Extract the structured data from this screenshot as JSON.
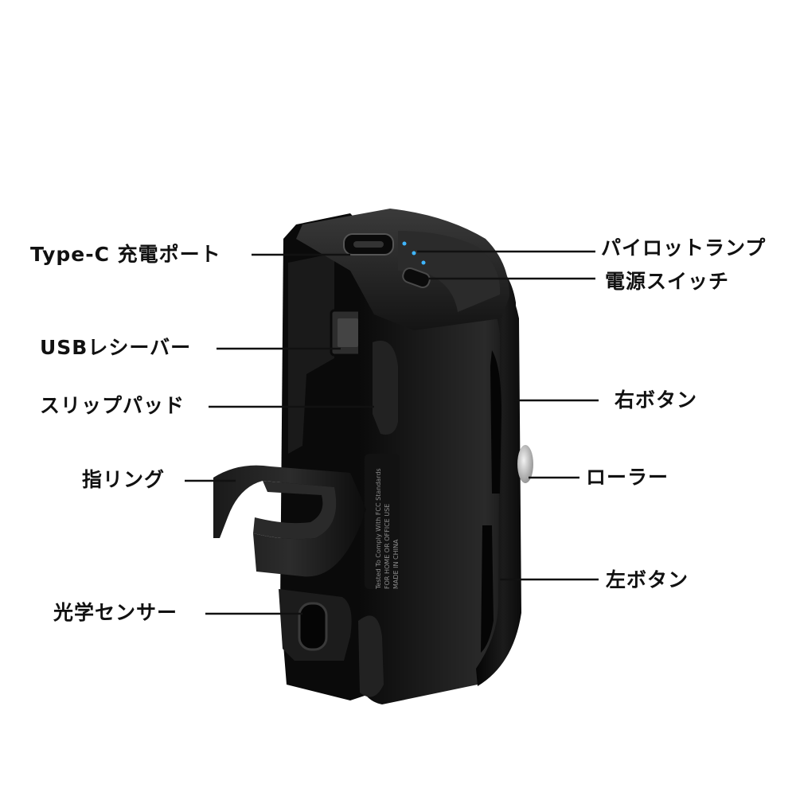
{
  "labels": {
    "typec_port": "Type-C 充電ポート",
    "usb_receiver": "USBレシーバー",
    "slip_pad": "スリップパッド",
    "finger_ring": "指リング",
    "optical_sensor": "光学センサー",
    "pilot_lamp": "パイロットランプ",
    "power_switch": "電源スイッチ",
    "right_button": "右ボタン",
    "roller": "ローラー",
    "left_button": "左ボタン"
  },
  "device_print": {
    "line1": "Tested To Comply With FCC Standards",
    "line2": "FOR HOME OR OFFICE USE",
    "line3": "MADE IN CHINA"
  },
  "colors": {
    "body": "#151515",
    "shell": "#0d0d0d",
    "highlight": "#3a3a3a",
    "led": "#3fb6ff",
    "leader_line": "#111111"
  }
}
